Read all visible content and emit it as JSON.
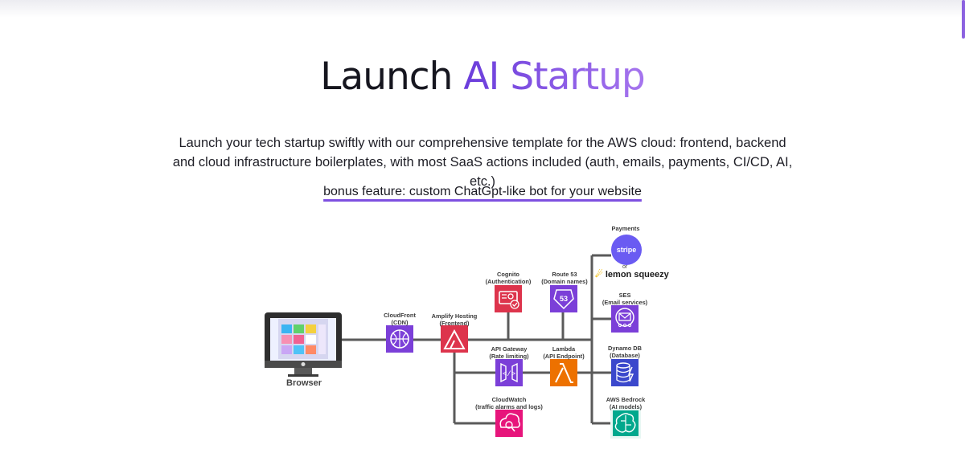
{
  "header": {
    "title_part1": "Launch",
    "title_part2": "AI Startup"
  },
  "intro": {
    "description": "Launch your tech startup swiftly with our comprehensive template for the AWS cloud: frontend, backend and cloud infrastructure boilerplates, with most SaaS actions included (auth, emails, payments, CI/CD, AI, etc.)",
    "bonus_link": "bonus feature: custom ChatGpt-like bot for your website"
  },
  "diagram": {
    "browser": "Browser",
    "cloudfront": [
      "CloudFront",
      "(CDN)"
    ],
    "amplify": [
      "Amplify Hosting",
      "(Frontend)"
    ],
    "cognito": [
      "Cognito",
      "(Authentication)"
    ],
    "route53": [
      "Route 53",
      "(Domain names)"
    ],
    "api_gateway": [
      "API Gateway",
      "(Rate limiting)"
    ],
    "lambda": [
      "Lambda",
      "(API Endpoint)"
    ],
    "cloudwatch": [
      "CloudWatch",
      "(traffic alarms and logs)"
    ],
    "payments": "Payments",
    "stripe": "stripe",
    "or": "or",
    "lemon": "lemon squeezy",
    "ses": [
      "SES",
      "(Email services)"
    ],
    "dynamo": [
      "Dynamo DB",
      "(Database)"
    ],
    "bedrock": [
      "AWS Bedrock",
      "(AI models)"
    ]
  },
  "colors": {
    "accent_start": "#6a3cdb",
    "accent_end": "#a675ee",
    "connector": "#5a5a5a",
    "networking_purple": "#7b3fd8",
    "security_red": "#dd344c",
    "compute_orange": "#ed7100",
    "management_pink": "#e7157b",
    "ai_green": "#01a88d",
    "stripe_purple": "#6a5bf2"
  }
}
